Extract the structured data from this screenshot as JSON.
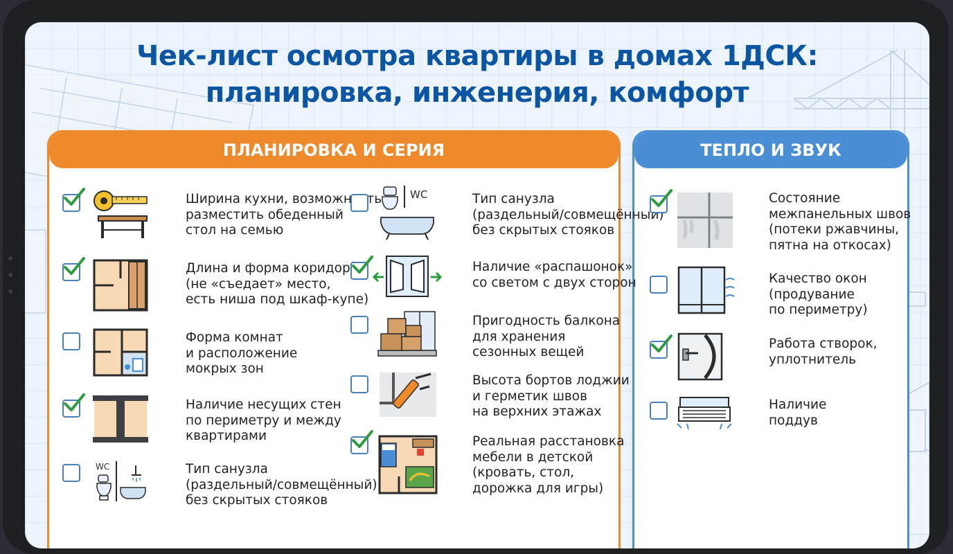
{
  "title": {
    "line1": "Чек-лист осмотра квартиры в домах 1ДСК:",
    "line2": "планировка, инженерия, комфорт"
  },
  "left_panel": {
    "header": "ПЛАНИРОВКА И СЕРИЯ",
    "col1": [
      {
        "checked": true,
        "icon": "tape-measure-table-icon",
        "lines": [
          "Ширина кухни, возможность",
          "разместить обеденный",
          "стол на семью"
        ]
      },
      {
        "checked": true,
        "icon": "corridor-plan-icon",
        "lines": [
          "Длина и форма коридора",
          "(не «съедает» место,",
          "есть ниша под шкаф-купе)"
        ]
      },
      {
        "checked": false,
        "icon": "room-plan-icon",
        "lines": [
          "Форма комнат",
          "и расположение",
          "мокрых зон"
        ]
      },
      {
        "checked": true,
        "icon": "bearing-wall-icon",
        "lines": [
          "Наличие несущих стен",
          "по периметру и между",
          "квартирами"
        ]
      },
      {
        "checked": false,
        "icon": "bathroom-type-icon",
        "lines": [
          "Тип санузла",
          "(раздельный/совмещённый)",
          "без скрытых стояков"
        ]
      }
    ],
    "col2": [
      {
        "checked": false,
        "icon": "toilet-bath-icon",
        "lines": [
          "Тип санузла",
          "(раздельный/совмещённый)",
          "без скрытых стояков"
        ]
      },
      {
        "checked": true,
        "icon": "double-window-icon",
        "lines": [
          "Наличие «распашонок»",
          "со светом с двух сторон"
        ]
      },
      {
        "checked": false,
        "icon": "balcony-boxes-icon",
        "lines": [
          "Пригодность балкона",
          "для хранения",
          "сезонных вещей"
        ]
      },
      {
        "checked": false,
        "icon": "sealant-gun-icon",
        "lines": [
          "Высота бортов лоджии",
          "и герметик швов",
          "на верхних этажах"
        ]
      },
      {
        "checked": true,
        "icon": "kids-room-plan-icon",
        "lines": [
          "Реальная расстановка",
          "мебели в детской",
          "(кровать, стол,",
          "дорожка для игры)"
        ]
      }
    ],
    "wc_label": "WC"
  },
  "right_panel": {
    "header": "ТЕПЛО И ЗВУК",
    "items": [
      {
        "checked": true,
        "icon": "panel-seam-icon",
        "lines": [
          "Состояние",
          "межпанельных швов",
          "(потеки ржавчины,",
          "пятна на откосах)"
        ]
      },
      {
        "checked": false,
        "icon": "window-draft-icon",
        "lines": [
          "Качество окон",
          "(продувание",
          "по периметру)"
        ]
      },
      {
        "checked": true,
        "icon": "window-sash-icon",
        "lines": [
          "Работа створок,",
          "уплотнитель"
        ]
      },
      {
        "checked": false,
        "icon": "air-vent-icon",
        "lines": [
          "Наличие",
          "поддув"
        ]
      }
    ]
  },
  "colors": {
    "title": "#0c55a3",
    "orange": "#ef8a2c",
    "blue": "#4a8fd6",
    "check": "#2e9a3e"
  }
}
